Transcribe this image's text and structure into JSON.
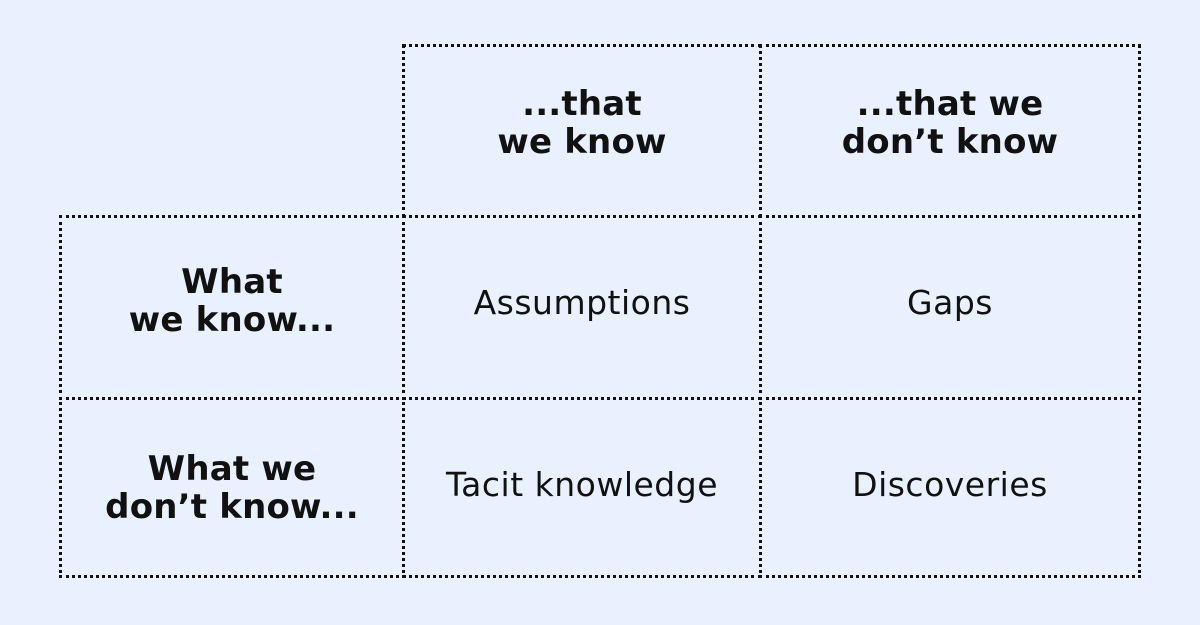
{
  "column_headers": [
    {
      "lines": [
        "...that",
        "we know"
      ]
    },
    {
      "lines": [
        "...that we",
        "don’t know"
      ]
    }
  ],
  "row_headers": [
    {
      "lines": [
        "What",
        "we know..."
      ]
    },
    {
      "lines": [
        "What we",
        "don’t know..."
      ]
    }
  ],
  "quadrants": {
    "known_known": "Assumptions",
    "known_unknown": "Gaps",
    "unknown_known": "Tacit knowledge",
    "unknown_unknown": "Discoveries"
  },
  "colors": {
    "background": "#e8f1fd",
    "text": "#111111",
    "border": "#111111"
  }
}
